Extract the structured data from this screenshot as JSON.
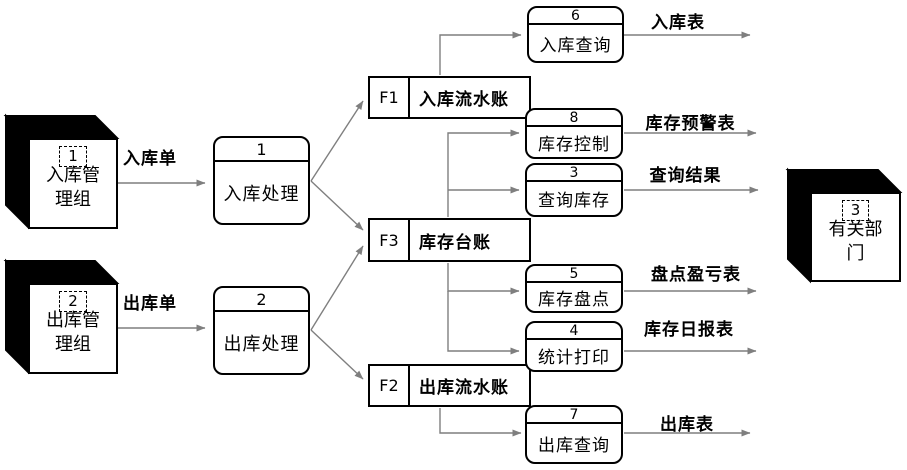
{
  "colors": {
    "background": "#ffffff",
    "line": "#7f7f7f",
    "border": "#000000",
    "text": "#000000",
    "entity_shadow": "#000000"
  },
  "entities": [
    {
      "num": "1",
      "name": "入库管理组"
    },
    {
      "num": "2",
      "name": "出库管理组"
    },
    {
      "num": "3",
      "name": "有关部门"
    }
  ],
  "processes": {
    "p1": {
      "num": "1",
      "name": "入库处理"
    },
    "p2": {
      "num": "2",
      "name": "出库处理"
    },
    "p6": {
      "num": "6",
      "name": "入库查询"
    },
    "p8": {
      "num": "8",
      "name": "库存控制"
    },
    "p3": {
      "num": "3",
      "name": "查询库存"
    },
    "p5": {
      "num": "5",
      "name": "库存盘点"
    },
    "p4": {
      "num": "4",
      "name": "统计打印"
    },
    "p7": {
      "num": "7",
      "name": "出库查询"
    }
  },
  "stores": {
    "f1": {
      "id": "F1",
      "name": "入库流水账"
    },
    "f3": {
      "id": "F3",
      "name": "库存台账"
    },
    "f2": {
      "id": "F2",
      "name": "出库流水账"
    }
  },
  "flow_labels": {
    "in_order": "入库单",
    "out_order": "出库单",
    "in_table": "入库表",
    "warn_table": "库存预警表",
    "query_result": "查询结果",
    "profit_table": "盘点盈亏表",
    "daily_table": "库存日报表",
    "out_table": "出库表"
  }
}
